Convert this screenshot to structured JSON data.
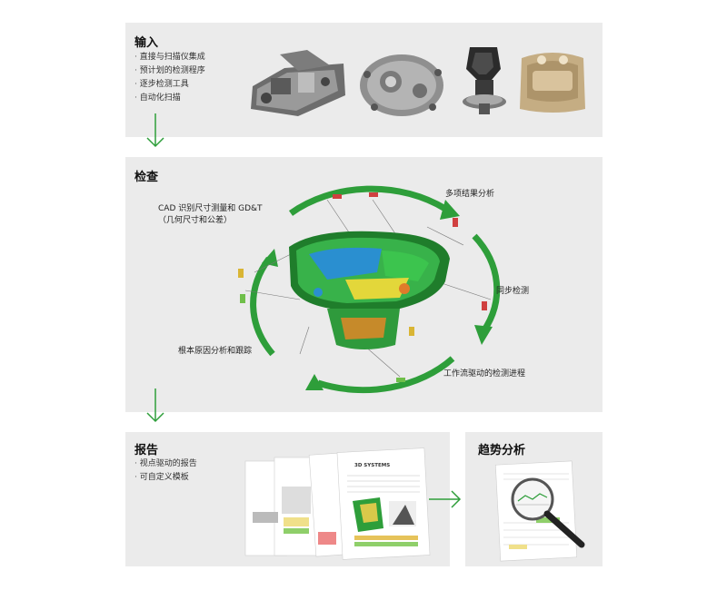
{
  "input": {
    "title": "输入",
    "items": [
      "直接与扫描仪集成",
      "预计划的检测程序",
      "逐步检测工具",
      "自动化扫描"
    ],
    "images": [
      "bracket-part-icon",
      "casting-housing-icon",
      "metal-fitting-icon",
      "beige-tray-part-icon"
    ]
  },
  "inspection": {
    "title": "检查",
    "labels": {
      "cad": "CAD 识别尺寸测量和 GD&T",
      "cad_sub": "（几何尺寸和公差）",
      "multi": "多项结果分析",
      "sync": "同步检测",
      "root": "根本原因分析和跟踪",
      "workflow": "工作流驱动的检测进程"
    },
    "center_image": "color-deviation-map-icon"
  },
  "report": {
    "title": "报告",
    "items": [
      "视点驱动的报告",
      "可自定义模板"
    ],
    "doc_brand": "3D SYSTEMS",
    "image": "report-pages-icon"
  },
  "trend": {
    "title": "趋势分析",
    "image": "magnifier-report-icon"
  },
  "colors": {
    "accent": "#2e9e3a",
    "panel": "#ebebeb"
  }
}
